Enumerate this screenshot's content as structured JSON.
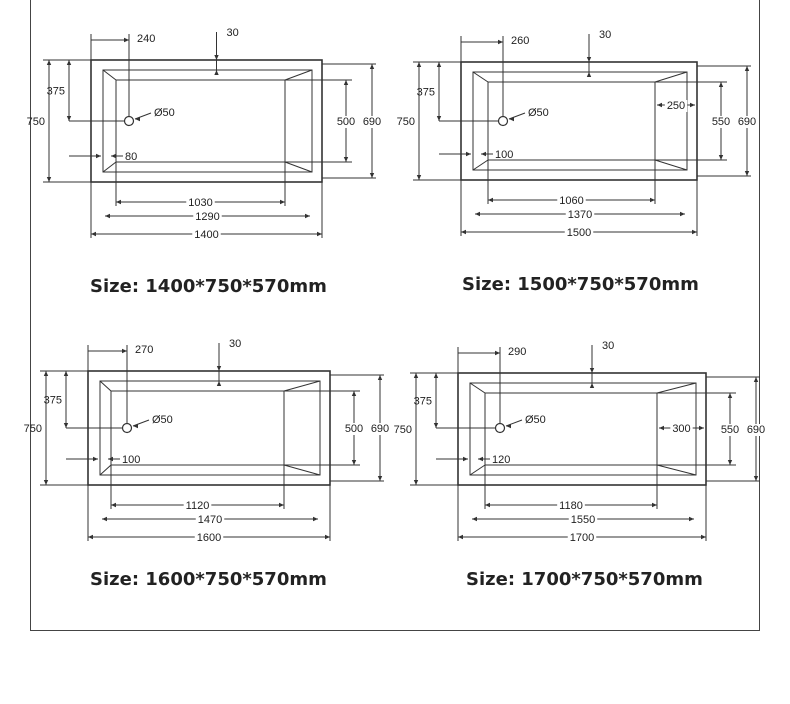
{
  "colors": {
    "line": "#333333",
    "text": "#222222",
    "background": "#ffffff"
  },
  "panels": [
    {
      "size_label": "Size:  1400*750*570mm",
      "dims": {
        "overall": "1400",
        "outer_inner": "1290",
        "basin": "1030",
        "drain_offset": "240",
        "rim": "30",
        "half_width": "375",
        "width": "750",
        "inner_width": "690",
        "basin_width": "500",
        "drain_edge": "80",
        "drain_dia": "Ø50",
        "slope": ""
      }
    },
    {
      "size_label": "Size:  1500*750*570mm",
      "dims": {
        "overall": "1500",
        "outer_inner": "1370",
        "basin": "1060",
        "drain_offset": "260",
        "rim": "30",
        "half_width": "375",
        "width": "750",
        "inner_width": "690",
        "basin_width": "550",
        "drain_edge": "100",
        "drain_dia": "Ø50",
        "slope": "250"
      }
    },
    {
      "size_label": "Size:  1600*750*570mm",
      "dims": {
        "overall": "1600",
        "outer_inner": "1470",
        "basin": "1120",
        "drain_offset": "270",
        "rim": "30",
        "half_width": "375",
        "width": "750",
        "inner_width": "690",
        "basin_width": "500",
        "drain_edge": "100",
        "drain_dia": "Ø50",
        "slope": ""
      }
    },
    {
      "size_label": "Size:  1700*750*570mm",
      "dims": {
        "overall": "1700",
        "outer_inner": "1550",
        "basin": "1180",
        "drain_offset": "290",
        "rim": "30",
        "half_width": "375",
        "width": "750",
        "inner_width": "690",
        "basin_width": "550",
        "drain_edge": "120",
        "drain_dia": "Ø50",
        "slope": "300"
      }
    }
  ]
}
